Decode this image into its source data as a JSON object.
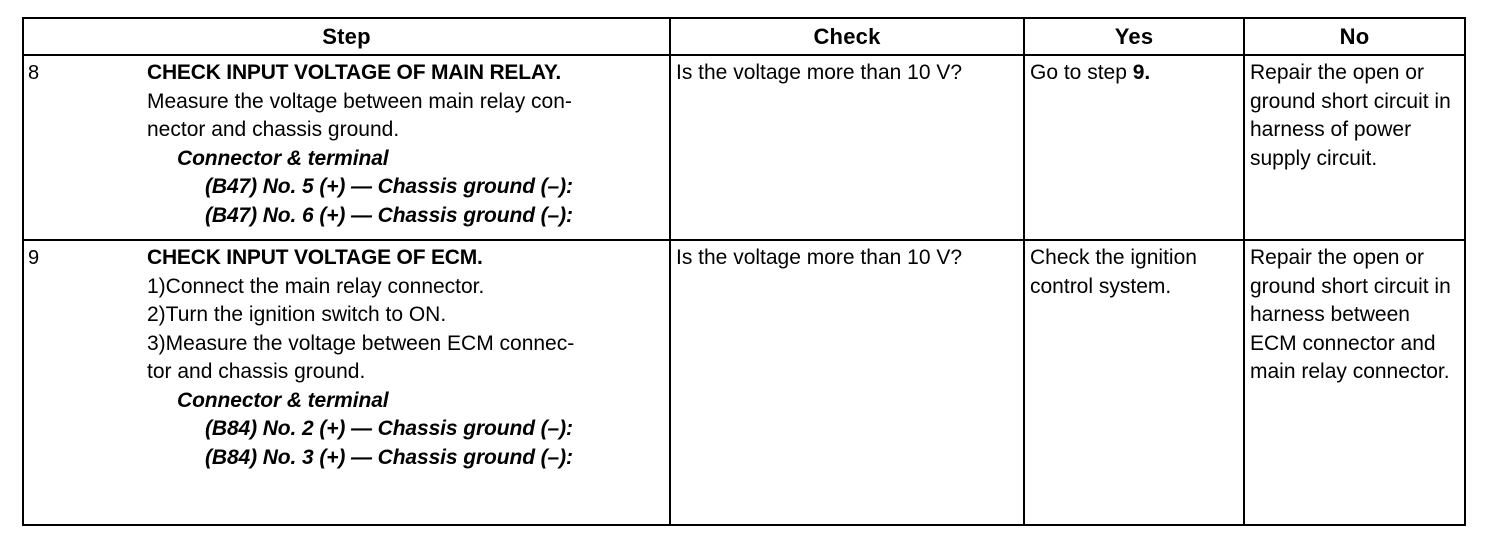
{
  "table": {
    "headers": [
      "Step",
      "Check",
      "Yes",
      "No"
    ],
    "rows": [
      {
        "number": "8",
        "step": {
          "title": "CHECK INPUT VOLTAGE OF MAIN RELAY.",
          "lines": [
            "Measure the voltage between main relay con-",
            "nector and chassis ground."
          ],
          "sub_heading": "Connector & terminal",
          "sub_items": [
            "(B47) No. 5 (+) — Chassis ground (–):",
            "(B47) No. 6 (+) — Chassis ground (–):"
          ]
        },
        "check": "Is the voltage more than 10 V?",
        "yes_prefix": "Go to step ",
        "yes_bold": "9.",
        "no": "Repair the open or ground short circuit in harness of power supply circuit."
      },
      {
        "number": "9",
        "step": {
          "title": "CHECK INPUT VOLTAGE OF ECM.",
          "lines": [
            "1)Connect the main relay connector.",
            "2)Turn the ignition switch to ON.",
            "3)Measure the voltage between ECM connec-",
            "tor and chassis ground."
          ],
          "sub_heading": "Connector & terminal",
          "sub_items": [
            "(B84) No. 2 (+) — Chassis ground (–):",
            "(B84) No. 3 (+) — Chassis ground (–):"
          ]
        },
        "check": "Is the voltage more than 10 V?",
        "yes_prefix": "Check the ignition control system.",
        "yes_bold": "",
        "no": "Repair the open or ground short circuit in harness between ECM connector and main relay connector."
      }
    ]
  },
  "colors": {
    "border": "#000000",
    "background": "#ffffff",
    "text": "#000000"
  }
}
